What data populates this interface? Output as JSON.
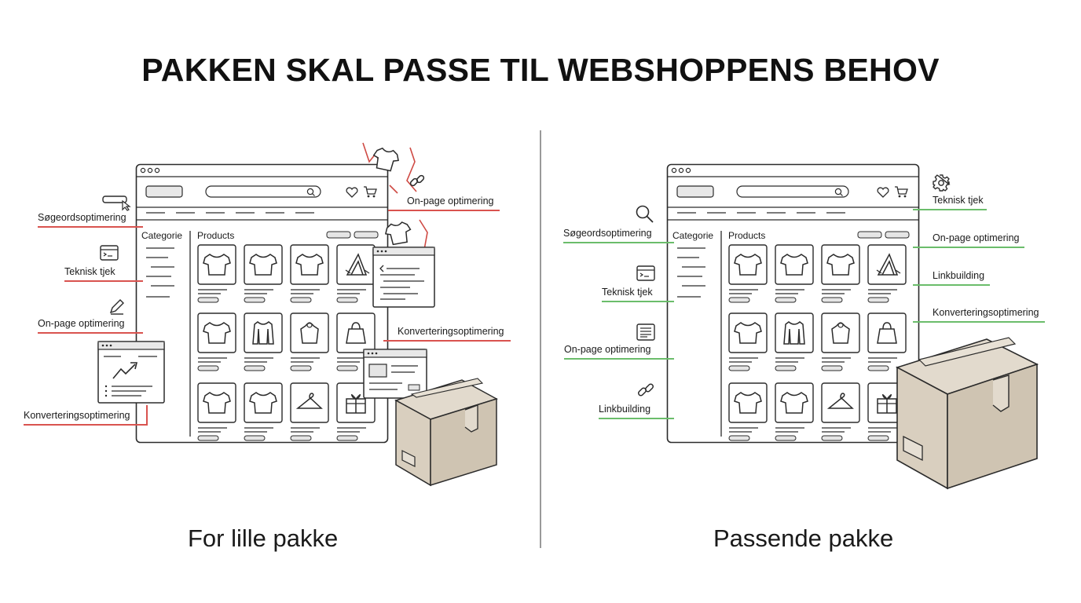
{
  "title": "PAKKEN SKAL PASSE TIL WEBSHOPPENS BEHOV",
  "left": {
    "caption": "For lille pakke",
    "sidebar_heading": "Categorie",
    "products_heading": "Products",
    "labels": {
      "seo": "Søgeordsoptimering",
      "technical": "Teknisk tjek",
      "onpage_left": "On-page optimering",
      "conversion_left": "Konverteringsoptimering",
      "onpage_right": "On-page optimering",
      "conversion_right": "Konverteringsoptimering"
    }
  },
  "right": {
    "caption": "Passende pakke",
    "sidebar_heading": "Categorie",
    "products_heading": "Products",
    "labels": {
      "seo": "Søgeordsoptimering",
      "technical_left": "Teknisk tjek",
      "onpage_left": "On-page optimering",
      "linkbuilding_left": "Linkbuilding",
      "technical_right": "Teknisk tjek",
      "onpage_right": "On-page optimering",
      "linkbuilding_right": "Linkbuilding",
      "conversion_right": "Konverteringsoptimering"
    }
  },
  "colors": {
    "too_small": "#d9534f",
    "fitting": "#6bbd6b",
    "box": "#d8cfc0"
  },
  "icons": [
    "cursor-icon",
    "terminal-icon",
    "pencil-icon",
    "link-icon",
    "gear-icon",
    "search-icon",
    "document-icon",
    "heart-icon",
    "cart-icon",
    "tshirt-icon",
    "hanger-icon",
    "gift-icon",
    "bag-icon"
  ]
}
